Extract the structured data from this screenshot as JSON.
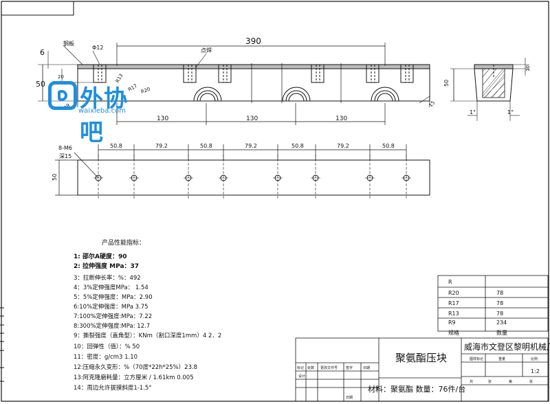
{
  "top_view": {
    "overall_dim": "390",
    "pitch_dims": [
      "130",
      "130",
      "130"
    ],
    "thickness_dim": "6",
    "height_dim": "50",
    "inner_dim": "20",
    "hole_label": "Φ12",
    "plate_label": "钢板",
    "weld_label": "点焊",
    "radius_labels": [
      "R13",
      "R17",
      "R20",
      "R9"
    ],
    "corner_label": "15"
  },
  "section_view": {
    "height_dim": "50",
    "top_dim": "10",
    "angle_left": "1°",
    "angle_right": "1°"
  },
  "bottom_view": {
    "hole_spec": "8-M6",
    "hole_depth": "深15",
    "spacings": [
      "50.8",
      "79.2",
      "50.8",
      "79.2",
      "50.8",
      "79.2",
      "50.8"
    ],
    "height_dim": "50"
  },
  "watermark": {
    "text": "外协吧",
    "url": "waixieba.com"
  },
  "specs": {
    "title": "产品性能指标：",
    "items": [
      {
        "text": "1: 邵尔A硬度：90",
        "bold": true
      },
      {
        "text": "2: 拉伸强度 MPa：37",
        "bold": true
      },
      {
        "text": "3：拉断伸长率：%：492",
        "bold": false
      },
      {
        "text": "4：3%定伸强度MPa： 1.54",
        "bold": false
      },
      {
        "text": "5：5%定伸强度：MPa：2.90",
        "bold": false
      },
      {
        "text": "6:10%定伸强度：MPa 3.75",
        "bold": false
      },
      {
        "text": "7:100%定伸强度:MPa：7.22",
        "bold": false
      },
      {
        "text": "8:300%定伸强度:MPa: 12.7",
        "bold": false
      },
      {
        "text": "9：撕裂强度（直角型）：KNm（割口深度1mm）4 2．2",
        "bold": false
      },
      {
        "text": "10：回弹性（值）：% 50",
        "bold": false
      },
      {
        "text": "11：密度：g/cm3 1.10",
        "bold": false
      },
      {
        "text": "12:压缩永久变形：%（70度*22h*25%）23.8",
        "bold": false
      },
      {
        "text": "13:阿克隆磨耗量：立方厘米 / 1.61km 0.005",
        "bold": false
      },
      {
        "text": "14：周边允许拔摸斜度1-1.5°",
        "bold": false
      }
    ]
  },
  "radius_table": {
    "header": {
      "r": "R",
      "qty": ""
    },
    "rows": [
      {
        "r": "R20",
        "qty": "78"
      },
      {
        "r": "R17",
        "qty": "78"
      },
      {
        "r": "R13",
        "qty": "78"
      },
      {
        "r": "R9",
        "qty": "234"
      }
    ],
    "footer": {
      "r": "规格",
      "qty": "数量"
    }
  },
  "title_block": {
    "part_name": "聚氨酯压块",
    "company": "威海市文登区黎明机械厂",
    "material": "材料：聚氨酯   数量：76件/台",
    "scale": "1:2",
    "small_labels": [
      "标记",
      "处数",
      "更改文件号",
      "签字",
      "日期",
      "设计",
      "图样标记",
      "重量",
      "比例",
      "共",
      "张",
      "第",
      "张",
      "日期"
    ]
  }
}
